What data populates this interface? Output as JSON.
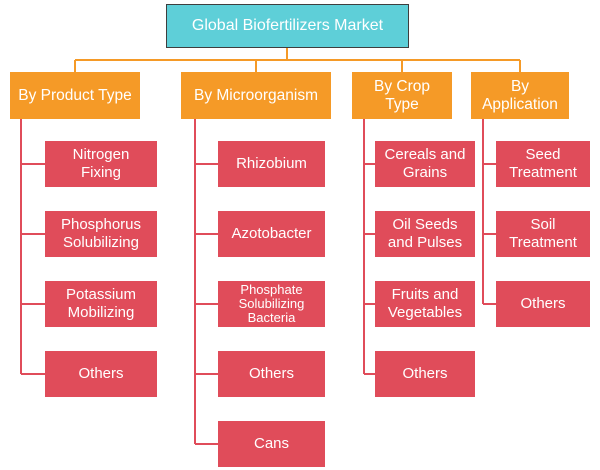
{
  "colors": {
    "root_fill": "#5ecfd8",
    "root_border": "#3e3e3e",
    "category_fill": "#f59a27",
    "leaf_fill": "#e04c5a",
    "root_connector": "#f59a27",
    "leaf_connector": "#e04c5a",
    "text": "#ffffff"
  },
  "root": {
    "label": "Global Biofertilizers Market"
  },
  "categories": [
    {
      "label": "By Product Type",
      "items": [
        "Nitrogen\nFixing",
        "Phosphorus\nSolubilizing",
        "Potassium\nMobilizing",
        "Others"
      ]
    },
    {
      "label": "By Microorganism",
      "items": [
        "Rhizobium",
        "Azotobacter",
        "Phosphate\nSolubilizing\nBacteria",
        "Others",
        "Cans"
      ]
    },
    {
      "label": "By Crop Type",
      "items": [
        "Cereals and\nGrains",
        "Oil Seeds\nand Pulses",
        "Fruits and\nVegetables",
        "Others"
      ]
    },
    {
      "label": "By\nApplication",
      "items": [
        "Seed\nTreatment",
        "Soil\nTreatment",
        "Others"
      ]
    }
  ]
}
